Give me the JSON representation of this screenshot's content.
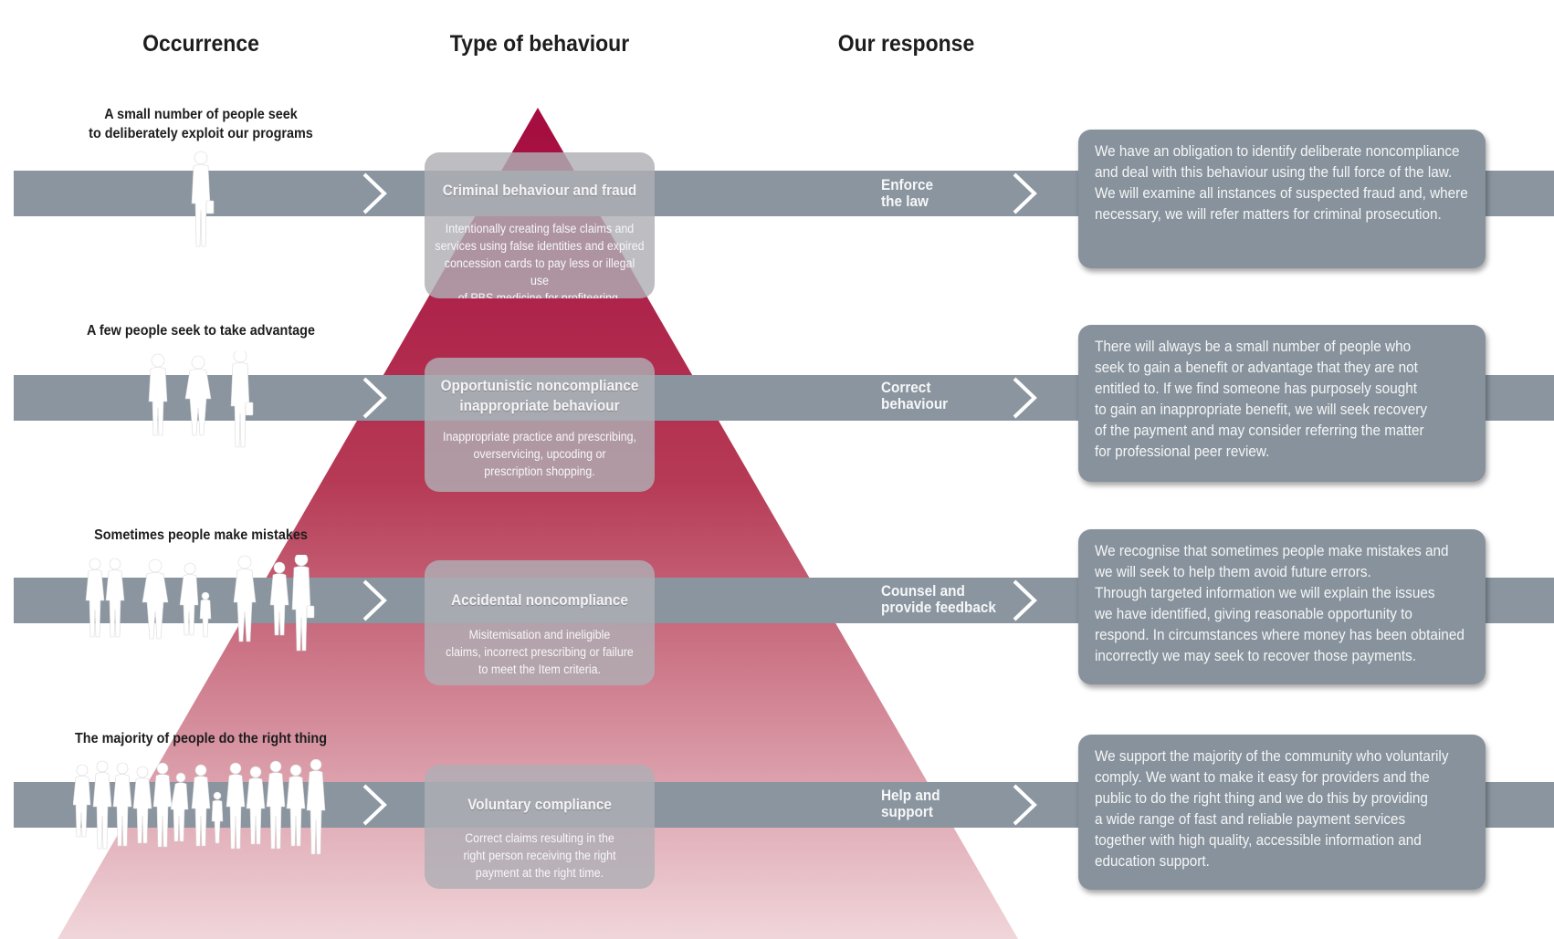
{
  "headers": {
    "occurrence": "Occurrence",
    "type_of_behaviour": "Type of behaviour",
    "our_response": "Our response"
  },
  "colors": {
    "pyramid_top": "#a50b3f",
    "pyramid_bottom": "#f0d6da",
    "band": "#8a959f",
    "response_box": "#87929c",
    "type_box": "#afafb4"
  },
  "rows": [
    {
      "occurrence": [
        "A small number of people seek",
        "to deliberately exploit our programs"
      ],
      "type_title": [
        "Criminal behaviour and fraud"
      ],
      "type_desc": [
        "Intentionally creating false claims and",
        "services using false identities and expired",
        "concession cards to pay less or illegal use",
        "of PBS medicine for profiteering."
      ],
      "response_label": [
        "Enforce",
        "the law"
      ],
      "response_text": [
        "We have an obligation to identify deliberate noncompliance",
        "and deal with this behaviour using the full force of the law.",
        "We will examine all instances of suspected fraud and, where",
        "necessary, we will refer matters for criminal prosecution."
      ]
    },
    {
      "occurrence": [
        "A few people seek to take advantage"
      ],
      "type_title": [
        "Opportunistic noncompliance",
        "inappropriate behaviour"
      ],
      "type_desc": [
        "Inappropriate practice and prescribing,",
        "overservicing, upcoding or",
        "prescription shopping."
      ],
      "response_label": [
        "Correct",
        "behaviour"
      ],
      "response_text": [
        "There will always be a small number of people who",
        "seek to gain a benefit or advantage that they are not",
        "entitled to. If we find someone has purposely sought",
        "to gain an inappropriate benefit, we will seek recovery",
        "of the payment and may consider referring the matter",
        "for professional peer review."
      ]
    },
    {
      "occurrence": [
        "Sometimes people make mistakes"
      ],
      "type_title": [
        "Accidental noncompliance"
      ],
      "type_desc": [
        "Misitemisation and ineligible",
        "claims, incorrect prescribing or failure",
        "to meet the Item criteria."
      ],
      "response_label": [
        "Counsel and",
        "provide feedback"
      ],
      "response_text": [
        "We recognise that sometimes people make mistakes and",
        "we will seek to help them avoid future errors.",
        "Through targeted information we will explain the issues",
        "we have identified, giving reasonable opportunity to",
        "respond. In circumstances where money has been obtained",
        "incorrectly we may seek to recover those payments."
      ]
    },
    {
      "occurrence": [
        "The majority of people do the right thing"
      ],
      "type_title": [
        "Voluntary compliance"
      ],
      "type_desc": [
        "Correct claims resulting in the",
        "right person receiving the right",
        "payment at the right time."
      ],
      "response_label": [
        "Help and",
        "support"
      ],
      "response_text": [
        "We support the majority of the community who voluntarily",
        "comply. We want to make it easy for providers and the",
        "public to do the right thing and we do this by providing",
        "a wide range of fast and reliable payment services",
        "together with high quality, accessible information and",
        "education support."
      ]
    }
  ]
}
